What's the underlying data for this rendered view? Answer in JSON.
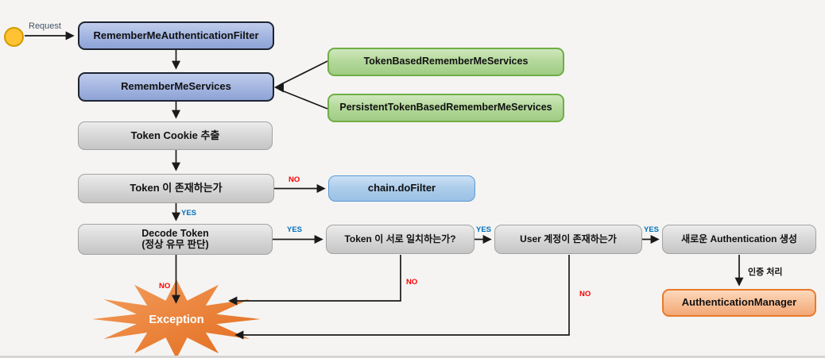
{
  "diagram": {
    "start": {
      "request_label": "Request"
    },
    "nodes": {
      "filter": "RememberMeAuthenticationFilter",
      "services": "RememberMeServices",
      "token_based": "TokenBasedRememberMeServices",
      "persistent_token_based": "PersistentTokenBasedRememberMeServices",
      "cookie_extract": "Token Cookie 추출",
      "token_exists": "Token 이 존재하는가",
      "chain_do_filter": "chain.doFilter",
      "decode_token_line1": "Decode Token",
      "decode_token_line2": "(정상 유무 판단)",
      "token_match": "Token 이 서로 일치하는가?",
      "user_exists": "User 계정이 존재하는가",
      "new_auth": "새로운 Authentication 생성",
      "auth_manager": "AuthenticationManager",
      "exception": "Exception"
    },
    "edges": {
      "token_exists_no": "NO",
      "token_exists_yes": "YES",
      "decode_yes": "YES",
      "decode_no": "NO",
      "match_yes": "YES",
      "match_no": "NO",
      "user_yes": "YES",
      "user_no": "NO",
      "auth_process": "인증 처리"
    },
    "colors": {
      "yes_label": "#0070C0",
      "no_label": "#FF0000",
      "blue_node": "#A7B8E2",
      "blue_border": "#1E2431",
      "green_node": "#B5D99C",
      "green_border": "#6FAE46",
      "gray_node": "#D9D9D9",
      "lightblue_node": "#9DC3E6",
      "lightblue_border": "#5B9BD5",
      "orange_node": "#F4B183",
      "orange_border": "#ED7D31",
      "burst": "#ED7D31",
      "start_circle": "#FFC233"
    }
  }
}
